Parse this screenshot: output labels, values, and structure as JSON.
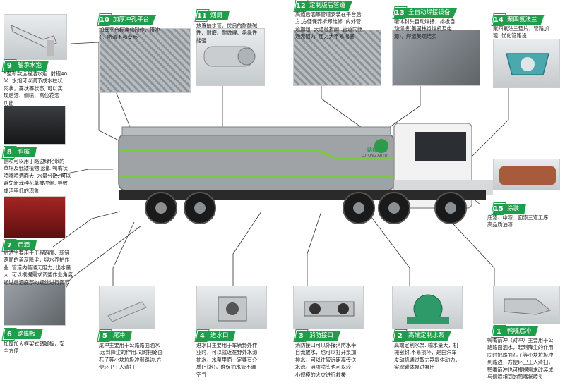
{
  "colors": {
    "accent": "#1e9e4a",
    "tank": "#9fa3a6",
    "cab": "#f2f2f2",
    "stripe": "#7ac943"
  },
  "callouts": [
    {
      "num": "1",
      "title": "鸭嘴后冲",
      "lines": [
        "鸭嘴箭冲（对冲）主要用于公",
        "路路面洒水，起到降尘的作用",
        "同时把路面石子等小块垃圾冲",
        "到路边，方便环卫工人清扫，",
        "鸭嘴箭冲也可根据需求改装成",
        "与侧喷相同的鸭嘴状喷头"
      ]
    },
    {
      "num": "2",
      "title": "高端定制水泵",
      "lines": [
        "高端定制水泵. 输水量大，机",
        "械密封,不易损坏，是由汽车",
        "发动机通过取力器提供动力，",
        "实现罐体泵进泵出"
      ]
    },
    {
      "num": "3",
      "title": "消防接口",
      "lines": [
        "消防接口可以外接消防水带",
        "自流放水，也可以打开泵加",
        "排水，可以往较远距离传送",
        "水源。消防喷头也可以较",
        "小规模的火灾进行救援"
      ]
    },
    {
      "num": "4",
      "title": "进水口",
      "lines": [
        "进水口主要用于车辆野外作",
        "业时，可以就近在野外水源",
        "抽水，水泵里面一定要有介",
        "质(引水)，确保抽水管不漏",
        "空气"
      ]
    },
    {
      "num": "5",
      "title": "尾冲",
      "lines": [
        "尾冲主要用于公路路面洒水",
        ".起到降尘的作用.同时把路面",
        "石子等小块垃圾冲到路边.方",
        "便环卫工人清扫"
      ]
    },
    {
      "num": "6",
      "title": "踏脚板",
      "lines": [
        "加厚加大框架式踏脚板，安",
        "全方便"
      ]
    },
    {
      "num": "7",
      "title": "后洒",
      "lines": [
        "后洒主要用于工程路面、新铺",
        "路面的盖灰降尘，绕水养护作",
        "业. 管道内畅通无阻力, 出水量",
        "大. 可以根据需求调整作业角度",
        "通过后洒底部的螺丝进行调节"
      ]
    },
    {
      "num": "8",
      "title": "鸭嘴",
      "lines": [
        "侧喷可以用于路边绿化带的",
        "草坪及低矮植物浇灌. 鸭嘴状",
        "喷嘴喷洒面大. 水量分散. 可以",
        "避免新栽种花草被冲倒. 导致",
        "成活率低的现象"
      ]
    },
    {
      "num": "9",
      "title": "轴承水泡",
      "lines": [
        "5型新款远程洒水炮. 射程40",
        "米. 水炮可以调节成水柱状.",
        "雨状，雾状等状态, 可以实",
        "现后洒、侧喷，高位花洒",
        "功能"
      ]
    },
    {
      "num": "10",
      "title": "加厚冲孔平台",
      "lines": [
        "加厚平台标准化制作，带冲",
        "孔. 防滑不易变形"
      ]
    },
    {
      "num": "11",
      "title": "烟筒",
      "lines": [
        "放置抽水管，优良的耐酸碱",
        "性、耐磨、耐微候、绝缘性",
        "能强"
      ]
    },
    {
      "num": "12",
      "title": "定制版后管道",
      "lines": [
        "高炮后洒等管道安装在平台后",
        "方,方便保养拆卸维修. 内外管",
        "道加粗. 大通径排阀. 管道内畅",
        "通无阻力. 压力大不易堵塞"
      ]
    },
    {
      "num": "13",
      "title": "全自动焊接设备",
      "lines": [
        "罐体封头自动焊接，排板自",
        "动焊接(美国林肯焊机及电",
        "源)，焊缝美观结实"
      ]
    },
    {
      "num": "14",
      "title": "聚四氟法兰",
      "lines": [
        "聚四氟法兰垫片，管路加",
        "粗. 优化管路设计"
      ]
    },
    {
      "num": "15",
      "title": "涂装",
      "lines": [
        "底漆、中漆、面漆三道工序",
        "高品质油漆"
      ]
    }
  ],
  "truck": {
    "brand_cn": "路通汽车",
    "brand_en": "LUTONG AUTO"
  }
}
